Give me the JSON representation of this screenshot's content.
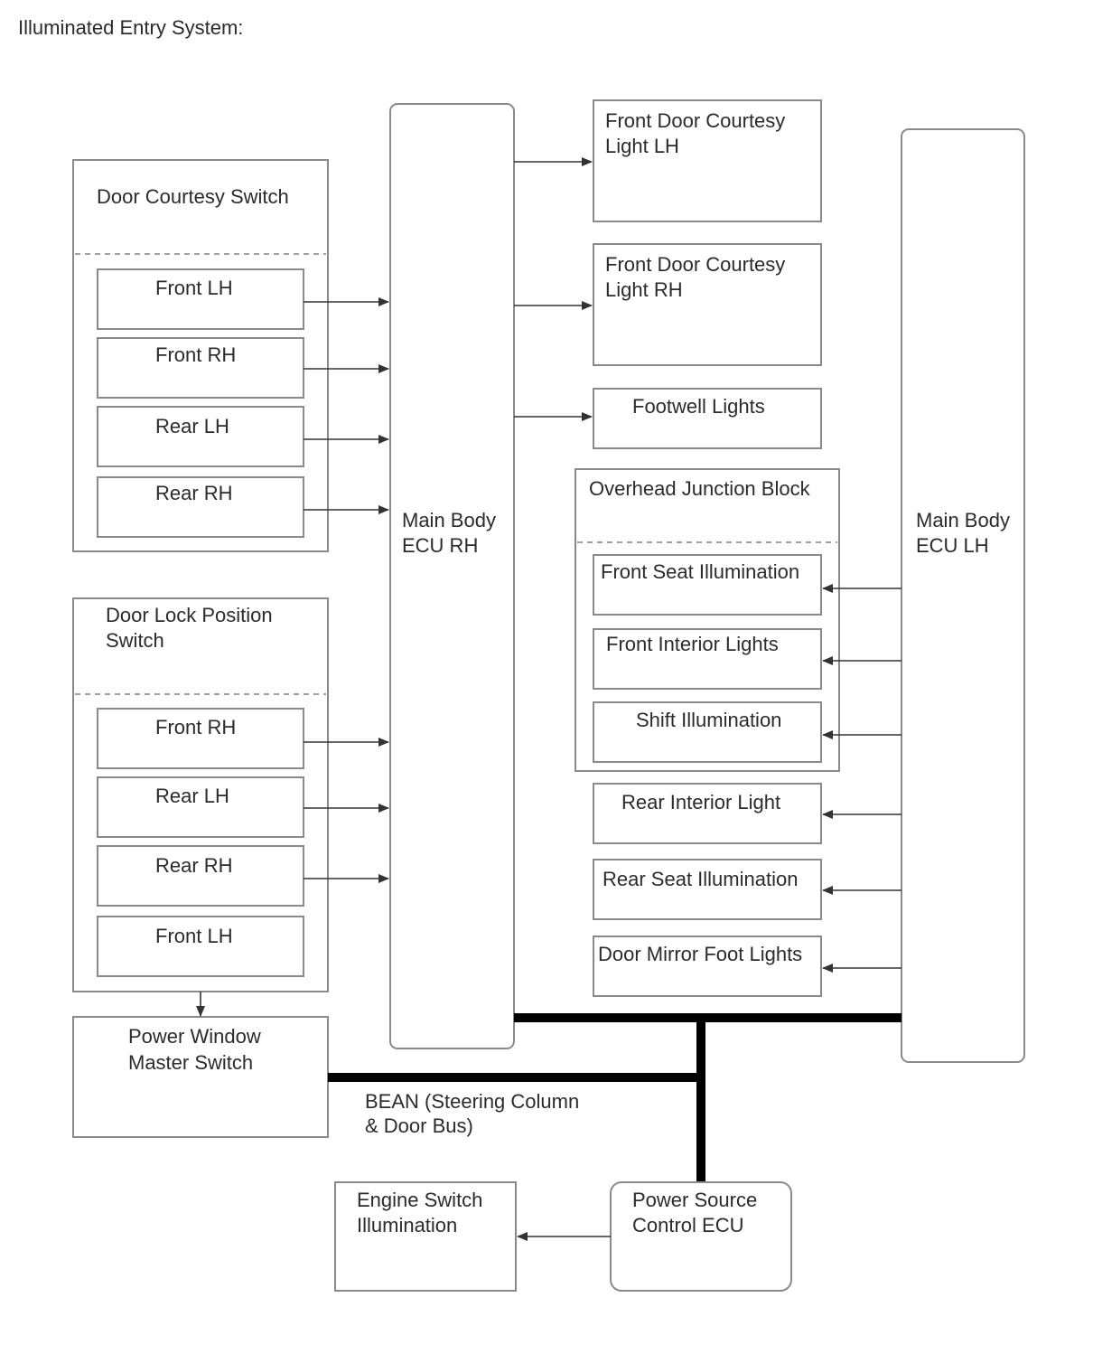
{
  "title": "Illuminated Entry System:",
  "main_body_ecu_rh": [
    "Main Body",
    "ECU RH"
  ],
  "main_body_ecu_lh": [
    "Main Body",
    "ECU LH"
  ],
  "door_courtesy_switch": {
    "label": "Door Courtesy Switch",
    "items": [
      "Front LH",
      "Front RH",
      "Rear LH",
      "Rear RH"
    ]
  },
  "door_lock_position_switch": {
    "label": [
      "Door Lock Position",
      "Switch"
    ],
    "items": [
      "Front RH",
      "Rear LH",
      "Rear RH",
      "Front LH"
    ]
  },
  "power_window_master_switch": [
    "Power Window",
    "Master Switch"
  ],
  "front_door_courtesy_light_lh": [
    "Front Door Courtesy",
    "Light LH"
  ],
  "front_door_courtesy_light_rh": [
    "Front Door Courtesy",
    "Light RH"
  ],
  "footwell_lights": "Footwell Lights",
  "overhead_junction_block": {
    "label": "Overhead Junction Block",
    "items": [
      "Front Seat Illumination",
      "Front Interior Lights",
      "Shift Illumination"
    ]
  },
  "rear_interior_light": "Rear Interior Light",
  "rear_seat_illumination": "Rear Seat Illumination",
  "door_mirror_foot_lights": "Door Mirror Foot Lights",
  "bus_label": [
    "BEAN (Steering Column",
    "& Door Bus)"
  ],
  "engine_switch_illumination": [
    "Engine Switch",
    "Illumination"
  ],
  "power_source_control_ecu": [
    "Power Source",
    "Control ECU"
  ]
}
